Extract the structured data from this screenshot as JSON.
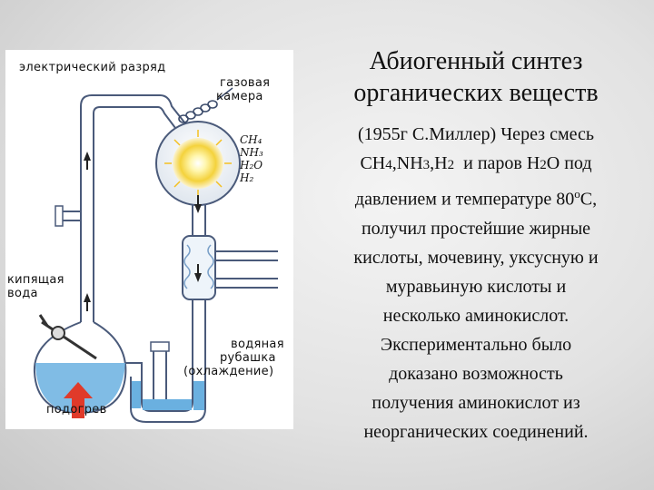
{
  "title": [
    "Абиогенный синтез",
    "органических веществ"
  ],
  "body": {
    "line1": "(1955г  С.Миллер) Через смесь",
    "line2_parts": [
      "СН",
      "4",
      ",NH",
      "3",
      ",Н",
      "2",
      "  и паров Н",
      "2",
      "О под"
    ],
    "line3_before": "давлением и температуре 80",
    "line3_sup": "о",
    "line3_after": "С,",
    "lines": [
      "получил простейшие жирные",
      "кислоты, мочевину, уксусную и",
      "муравьиную кислоты и",
      "несколько аминокислот.",
      "Экспериментально было",
      "доказано возможность",
      "получения аминокислот из",
      "неорганических соединений."
    ]
  },
  "diagram": {
    "labels": {
      "discharge": "электрический разряд",
      "gas_chamber_1": "газовая",
      "gas_chamber_2": "камера",
      "boiling_1": "кипящая",
      "boiling_2": "вода",
      "jacket_1": "водяная",
      "jacket_2": "рубашка",
      "jacket_3": "(охлаждение)",
      "heating": "подогрев"
    },
    "gases": [
      "CH₄",
      "NH₃",
      "H₂O",
      "H₂"
    ],
    "colors": {
      "tube": "#4a5a7a",
      "water": "#6ab0e0",
      "heat_arrow": "#e03a2a",
      "spark": "#f4d23c"
    }
  }
}
